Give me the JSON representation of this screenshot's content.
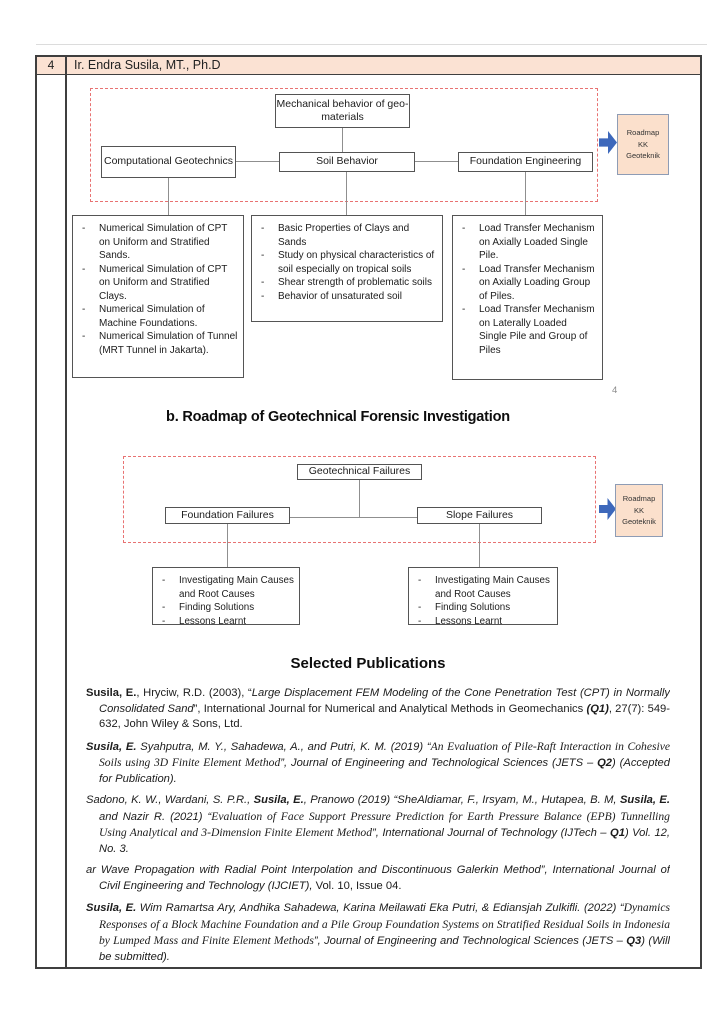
{
  "page": {
    "note": "4"
  },
  "colors": {
    "header_fill": "#fbe2d3",
    "side_box_fill": "#fbe0cc",
    "side_box_border": "#8e9cb5",
    "dashed_border": "#e87272",
    "arrow_blue": "#3d68bb",
    "table_border": "#3f3f3f"
  },
  "icons": {
    "roadmap_arrow": "block-arrow-right"
  },
  "header": {
    "row_number": "4",
    "name": "Ir. Endra Susila, MT., Ph.D"
  },
  "roadmap_a": {
    "top_box": "Mechanical behavior of geo-materials",
    "left_box": "Computational Geotechnics",
    "center_box": "Soil Behavior",
    "right_box": "Foundation Engineering",
    "side_box": [
      "Roadmap",
      "KK",
      "Geoteknik"
    ],
    "lists": {
      "left": [
        "Numerical Simulation of CPT on Uniform and Stratified Sands.",
        "Numerical Simulation of CPT on Uniform and Stratified Clays.",
        "Numerical Simulation of Machine Foundations.",
        "Numerical Simulation of Tunnel (MRT Tunnel in Jakarta)."
      ],
      "center": [
        "Basic Properties of Clays and Sands",
        "Study on physical characteristics of soil especially on tropical soils",
        "Shear strength of problematic soils",
        "Behavior of unsaturated soil"
      ],
      "right": [
        "Load Transfer Mechanism on Axially Loaded Single Pile.",
        "Load Transfer Mechanism on Axially Loading Group of Piles.",
        "Load Transfer Mechanism on Laterally Loaded Single Pile and Group of Piles"
      ]
    }
  },
  "section_b": {
    "heading": "b. Roadmap of Geotechnical Forensic Investigation"
  },
  "roadmap_b": {
    "top_box": "Geotechnical Failures",
    "left_box": "Foundation Failures",
    "right_box": "Slope Failures",
    "side_box": [
      "Roadmap",
      "KK",
      "Geoteknik"
    ],
    "lists": {
      "left": [
        "Investigating Main Causes and Root Causes",
        "Finding Solutions",
        "Lessons Learnt"
      ],
      "right": [
        "Investigating Main Causes and Root Causes",
        "Finding Solutions",
        "Lessons Learnt"
      ]
    }
  },
  "publications": {
    "heading": "Selected Publications",
    "items": [
      {
        "segments": [
          {
            "s": "b",
            "t": "Susila, E."
          },
          {
            "s": "r",
            "t": ", Hryciw, R.D. (2003), “"
          },
          {
            "s": "i",
            "t": "Large Displacement FEM Modeling of the Cone Penetration Test (CPT) in Normally Consolidated Sand"
          },
          {
            "s": "r",
            "t": "”, International Journal for Numerical and Analytical Methods in Geomechanics "
          },
          {
            "s": "bi",
            "t": "(Q1)"
          },
          {
            "s": "r",
            "t": ", 27(7): 549-632, John Wiley & Sons, Ltd."
          }
        ]
      },
      {
        "segments": [
          {
            "s": "bi",
            "t": "Susila, E."
          },
          {
            "s": "i",
            "t": " Syahputra, M. Y., Sahadewa, A., and Putri, K. M. (2019) “"
          },
          {
            "s": "si",
            "t": "An Evaluation of Pile-Raft Interaction in Cohesive Soils using 3D Finite Element Method"
          },
          {
            "s": "i",
            "t": "”, Journal of Engineering and Technological Sciences (JETS – "
          },
          {
            "s": "bi",
            "t": "Q2"
          },
          {
            "s": "i",
            "t": ") (Accepted for Publication)."
          }
        ]
      },
      {
        "segments": [
          {
            "s": "i",
            "t": "Sadono, K. W., Wardani, S. P.R., "
          },
          {
            "s": "bi",
            "t": "Susila, E."
          },
          {
            "s": "i",
            "t": ", Pranowo (2019) “SheAldiamar, F., Irsyam, M., Hutapea, B. M, "
          },
          {
            "s": "bi",
            "t": "Susila, E."
          },
          {
            "s": "i",
            "t": " and Nazir R. (2021) “"
          },
          {
            "s": "si",
            "t": "Evaluation of Face Support Pressure Prediction for Earth Pressure Balance (EPB) Tunnelling Using Analytical and 3-Dimension Finite Element Method"
          },
          {
            "s": "i",
            "t": "”, International Journal of Technology (IJTech – "
          },
          {
            "s": "bi",
            "t": "Q1"
          },
          {
            "s": "i",
            "t": ") Vol. 12, No. 3."
          }
        ]
      },
      {
        "segments": [
          {
            "s": "i",
            "t": "ar Wave Propagation with Radial Point Interpolation and Discontinuous Galerkin Method”, International Journal of Civil Engineering and Technology (IJCIET), "
          },
          {
            "s": "r",
            "t": "Vol. 10, Issue 04."
          }
        ]
      },
      {
        "segments": [
          {
            "s": "bi",
            "t": "Susila, E."
          },
          {
            "s": "i",
            "t": " Wim Ramartsa Ary, Andhika Sahadewa, Karina Meilawati Eka Putri, & Ediansjah Zulkifli. (2022) “"
          },
          {
            "s": "si",
            "t": "Dynamics Responses of a Block Machine Foundation and a Pile Group Foundation Systems on Stratified Residual Soils in Indonesia by Lumped Mass and Finite Element Methods"
          },
          {
            "s": "i",
            "t": "”, Journal of Engineering and Technological Sciences (JETS – "
          },
          {
            "s": "bi",
            "t": "Q3"
          },
          {
            "s": "i",
            "t": ") (Will be submitted)."
          }
        ]
      }
    ]
  }
}
